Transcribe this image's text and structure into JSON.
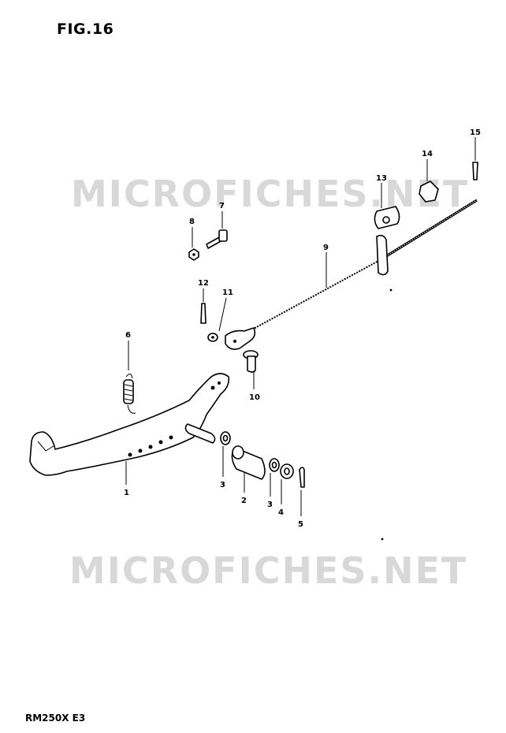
{
  "figure": {
    "title": "FIG.16",
    "model_code": "RM250X E3"
  },
  "watermark": {
    "text": "MICROFICHES.NET"
  },
  "callouts": {
    "p1": "1",
    "p2": "2",
    "p3a": "3",
    "p3b": "3",
    "p4": "4",
    "p5": "5",
    "p6": "6",
    "p7": "7",
    "p8": "8",
    "p9": "9",
    "p10": "10",
    "p11": "11",
    "p12": "12",
    "p13": "13",
    "p14": "14",
    "p15": "15"
  }
}
